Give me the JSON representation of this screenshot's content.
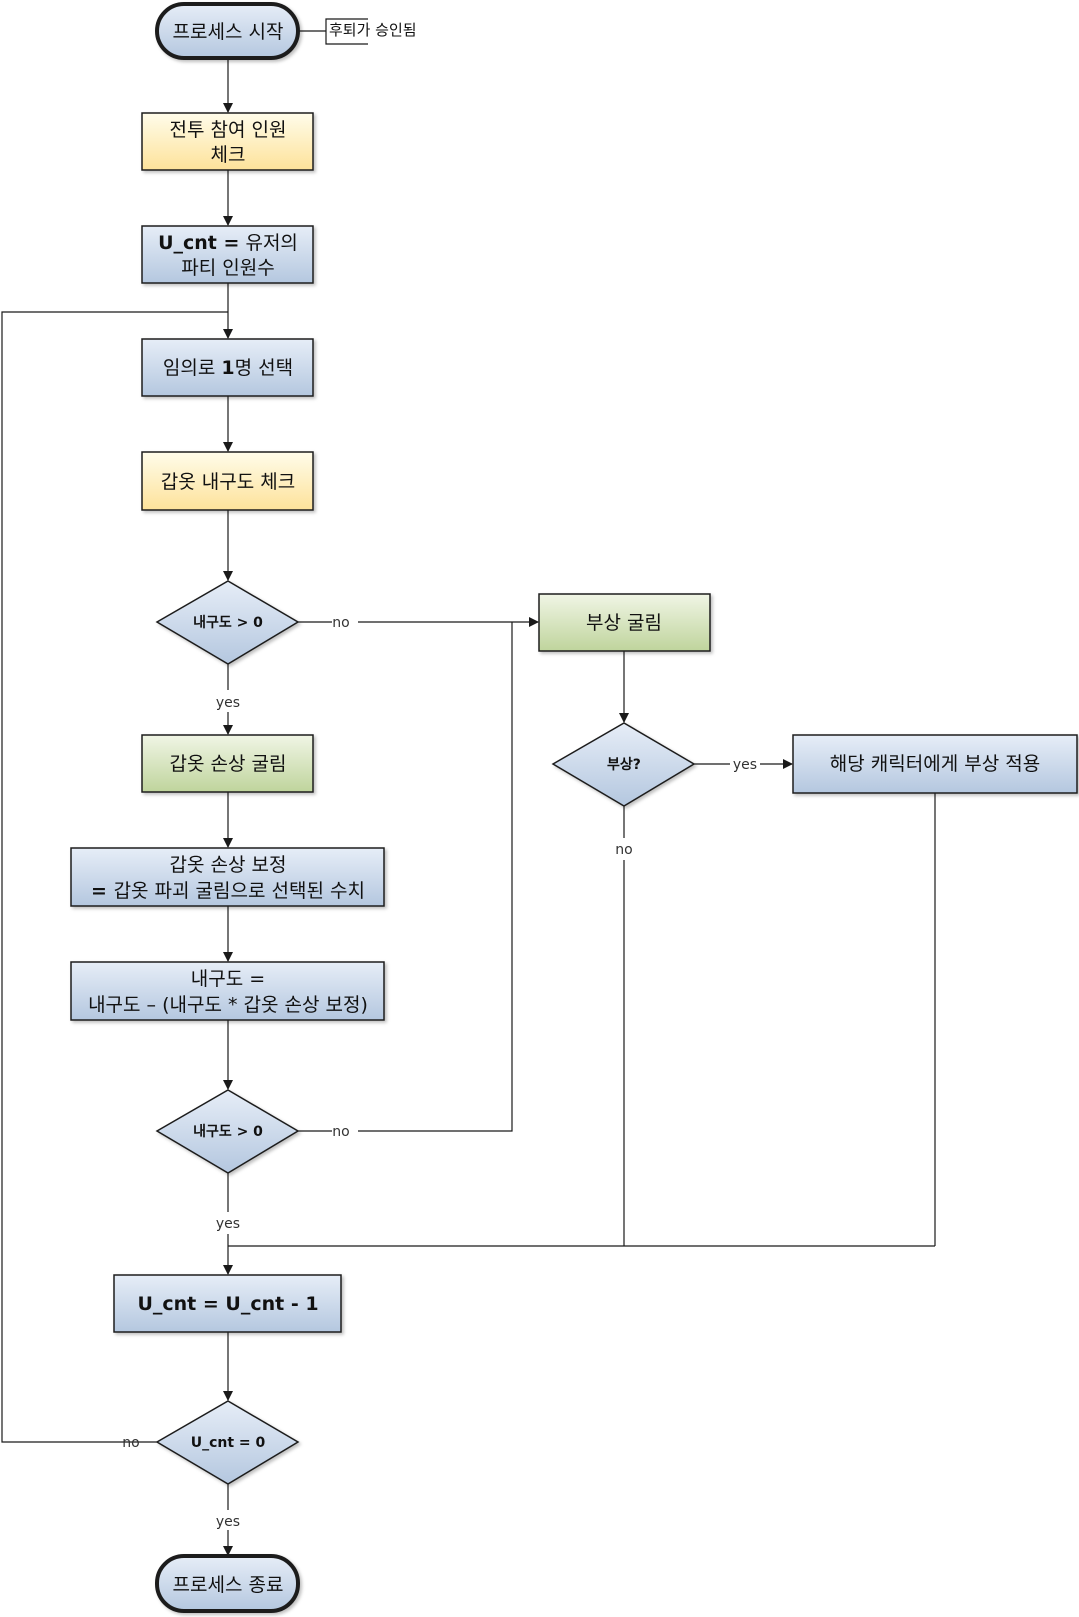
{
  "diagram": {
    "start": {
      "label": "프로세스 시작",
      "note": "후퇴가 승인됨"
    },
    "check_members": {
      "line1": "전투 참여 인원",
      "line2": "체크"
    },
    "set_count": {
      "line1_bold": "U_cnt =",
      "line1_rest": " 유저의",
      "line2": "파티 인원수"
    },
    "pick_random": {
      "part1": "임의로 ",
      "part2_bold": "1",
      "part3": "명 선택"
    },
    "armor_check": {
      "label": "갑옷 내구도 체크"
    },
    "decision_durability_1": {
      "label": "내구도 > 0"
    },
    "armor_damage_roll": {
      "label": "갑옷 손상 굴림"
    },
    "damage_correction": {
      "line1": "갑옷 손상 보정",
      "line2_bold": "= ",
      "line2_rest": "갑옷 파괴 굴림으로 선택된 수치"
    },
    "durability_update": {
      "line1": "내구도 =",
      "line2": "내구도 – (내구도 * 갑옷 손상 보정)"
    },
    "decision_durability_2": {
      "label": "내구도 > 0"
    },
    "injury_roll": {
      "label": "부상 굴림"
    },
    "decision_injury": {
      "label": "부상?"
    },
    "apply_injury": {
      "label": "해당 캐릭터에게 부상 적용"
    },
    "decrement": {
      "label": "U_cnt = U_cnt - 1"
    },
    "decision_count": {
      "label": "U_cnt = 0"
    },
    "end": {
      "label": "프로세스 종료"
    }
  },
  "edge_labels": {
    "yes": "yes",
    "no": "no"
  },
  "colors": {
    "process_blue_top": "#e3ebf6",
    "process_blue_bottom": "#b7c9e0",
    "check_yellow_top": "#fffbe6",
    "check_yellow_bottom": "#fde39c",
    "roll_green_top": "#eef4e2",
    "roll_green_bottom": "#c2d6a0",
    "border": "#1f1f1f"
  }
}
